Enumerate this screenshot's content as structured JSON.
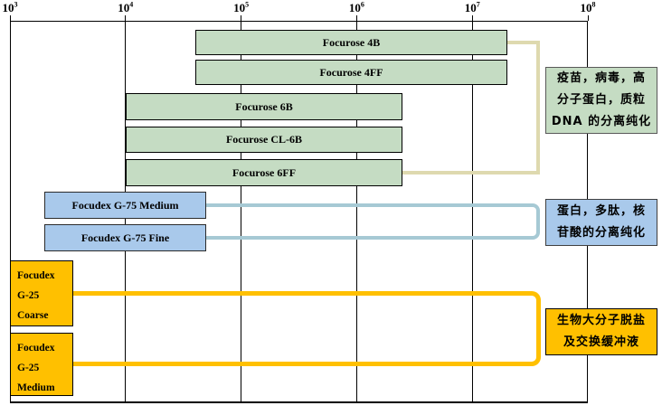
{
  "chart_data": {
    "type": "bar",
    "subtype": "horizontal-range-bars",
    "title": "",
    "xlabel": "",
    "ylabel": "",
    "grid": "vertical gridlines at each decade",
    "legend_position": "none",
    "x_axis": {
      "scale": "log10",
      "position": "top",
      "tick_base": "10",
      "tick_exponents": [
        3,
        4,
        5,
        6,
        7,
        8
      ],
      "range": [
        1000,
        100000000
      ]
    },
    "series": [
      {
        "label": "Focurose 4B",
        "group": "agarose",
        "range": [
          40000,
          20000000
        ]
      },
      {
        "label": "Focurose 4FF",
        "group": "agarose",
        "range": [
          40000,
          20000000
        ]
      },
      {
        "label": "Focurose 6B",
        "group": "agarose",
        "range": [
          10000,
          2500000
        ]
      },
      {
        "label": "Focurose CL-6B",
        "group": "agarose",
        "range": [
          10000,
          2500000
        ]
      },
      {
        "label": "Focurose 6FF",
        "group": "agarose",
        "range": [
          10000,
          2500000
        ]
      },
      {
        "label": "Focudex G-75 Medium",
        "group": "g75",
        "range": [
          2000,
          50000
        ]
      },
      {
        "label": "Focudex G-75 Fine",
        "group": "g75",
        "range": [
          2000,
          50000
        ]
      },
      {
        "label": "Focudex G-25 Coarse",
        "group": "g25",
        "range": [
          1000,
          3500
        ],
        "display": "Focudex\nG-25\nCoarse"
      },
      {
        "label": "Focudex G-25 Medium",
        "group": "g25",
        "range": [
          1000,
          3500
        ],
        "display": "Focudex\nG-25\nMedium"
      }
    ],
    "groups": [
      {
        "id": "agarose",
        "annotation": "疫苗，病毒，高\n分子蛋白，质粒\nDNA 的分离纯化",
        "fill": "#C5DCC3",
        "border": "#000000",
        "ann_border": "#595959",
        "bracket_color": "#DED9AF"
      },
      {
        "id": "g75",
        "annotation": "蛋白，多肽，核\n苷酸的分离纯化",
        "fill": "#A9C9EB",
        "border": "#2B2B2B",
        "ann_border": "#404040",
        "bracket_color": "#A6C9D4"
      },
      {
        "id": "g25",
        "annotation": "生物大分子脱盐\n及交换缓冲液",
        "fill": "#FFC000",
        "border": "#000000",
        "ann_border": "#000000",
        "bracket_color": "#FFC000"
      }
    ],
    "axis_color": "#000000",
    "background": "#FFFFFF"
  }
}
